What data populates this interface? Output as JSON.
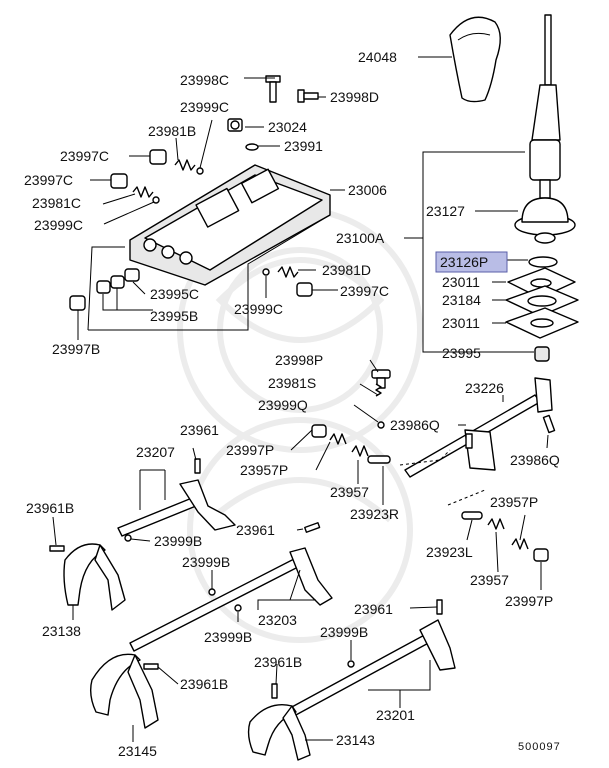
{
  "diagram": {
    "catalog_number": "500097",
    "highlight_color": "#b9bde6",
    "labels": {
      "l24048": "24048",
      "l23998C": "23998C",
      "l23998D": "23998D",
      "l23999C_a": "23999C",
      "l23024": "23024",
      "l23981B_a": "23981B",
      "l23991": "23991",
      "l23997C_a": "23997C",
      "l23997C_b": "23997C",
      "l23006": "23006",
      "l23981C": "23981C",
      "l23999C_b": "23999C",
      "l23127": "23127",
      "l23100A": "23100A",
      "l23126P": "23126P",
      "l23981D": "23981D",
      "l23011_a": "23011",
      "l23997C_c": "23997C",
      "l23995C": "23995C",
      "l23184": "23184",
      "l23999C_c": "23999C",
      "l23995B": "23995B",
      "l23011_b": "23011",
      "l23997B": "23997B",
      "l23995": "23995",
      "l23998P": "23998P",
      "l23981S": "23981S",
      "l23226": "23226",
      "l23999Q": "23999Q",
      "l23986Q_a": "23986Q",
      "l23961_a": "23961",
      "l23207": "23207",
      "l23997P_a": "23997P",
      "l23957P_a": "23957P",
      "l23986Q_b": "23986Q",
      "l23957_a": "23957",
      "l23923R": "23923R",
      "l23961B_a": "23961B",
      "l23999B_a": "23999B",
      "l23961_b": "23961",
      "l23957P_b": "23957P",
      "l23999B_b": "23999B",
      "l23923L": "23923L",
      "l23957_b": "23957",
      "l23997P_b": "23997P",
      "l23138": "23138",
      "l23203": "23203",
      "l23999B_c": "23999B",
      "l23961_c": "23961",
      "l23999B_d": "23999B",
      "l23961B_b": "23961B",
      "l23961B_c": "23961B",
      "l23201": "23201",
      "l23145": "23145",
      "l23143": "23143"
    }
  }
}
